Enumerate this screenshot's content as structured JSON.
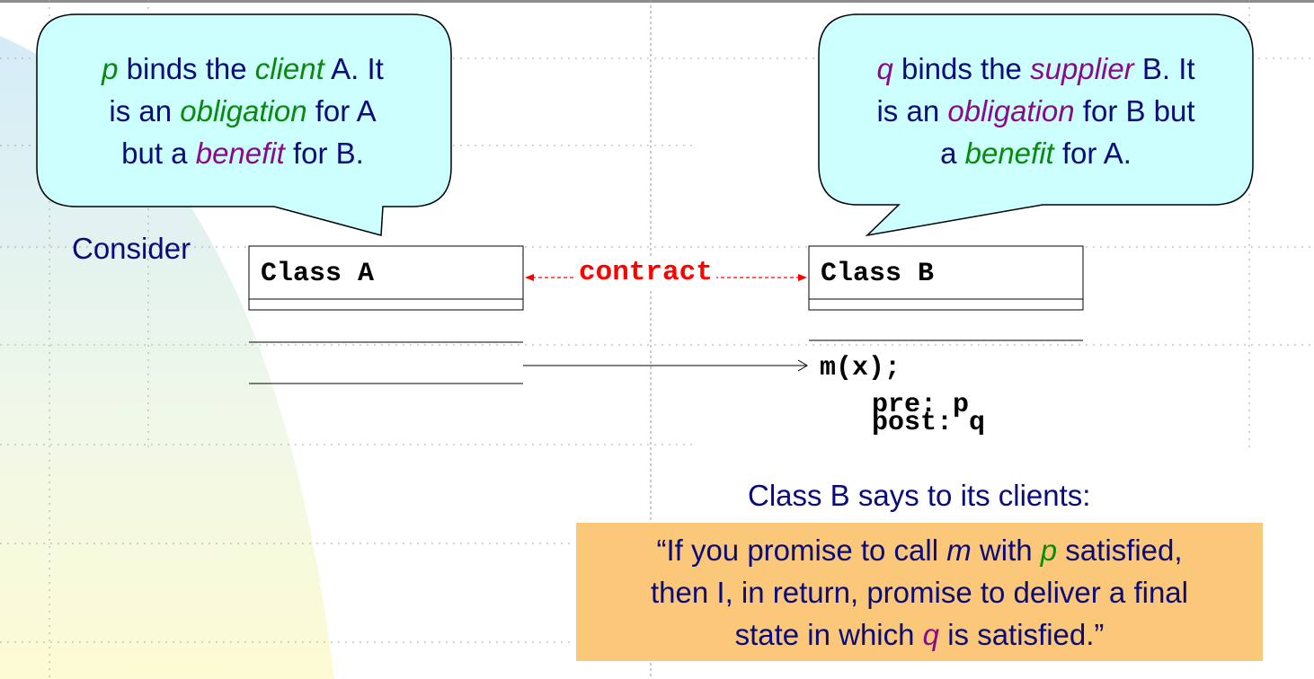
{
  "bubble_left": {
    "p": "p",
    "t1": " binds the ",
    "client": "client",
    "t2": " A. It",
    "t3": "is an ",
    "obligation": "obligation",
    "t4": " for A",
    "t5": "but a ",
    "benefit": "benefit",
    "t6": " for B."
  },
  "bubble_right": {
    "q": "q",
    "t1": " binds the ",
    "supplier": "supplier",
    "t2": " B. It",
    "t3": "is an ",
    "obligation": "obligation",
    "t4": " for B but",
    "t5": "a ",
    "benefit": "benefit",
    "t6": " for A."
  },
  "consider": "Consider",
  "class_a": "Class A",
  "class_b": "Class B",
  "contract": "contract",
  "method": "m(x);",
  "pre": "pre: p",
  "post": "post: q",
  "says": "Class B says to its clients:",
  "quote": {
    "t1": "“If you promise to call ",
    "m": "m",
    "t2": " with ",
    "p": "p",
    "t3": " satisfied,",
    "t4": "then I, in return, promise to deliver a final",
    "t5": "state in which ",
    "q": "q",
    "t6": " is satisfied.”"
  },
  "colors": {
    "bubble_fill": "#ccffff",
    "green": "#0a8a0a",
    "purple": "#8a0a8a",
    "navy": "#0a0a7a",
    "contract_red": "#ff0000",
    "quote_bg": "#fac878"
  }
}
